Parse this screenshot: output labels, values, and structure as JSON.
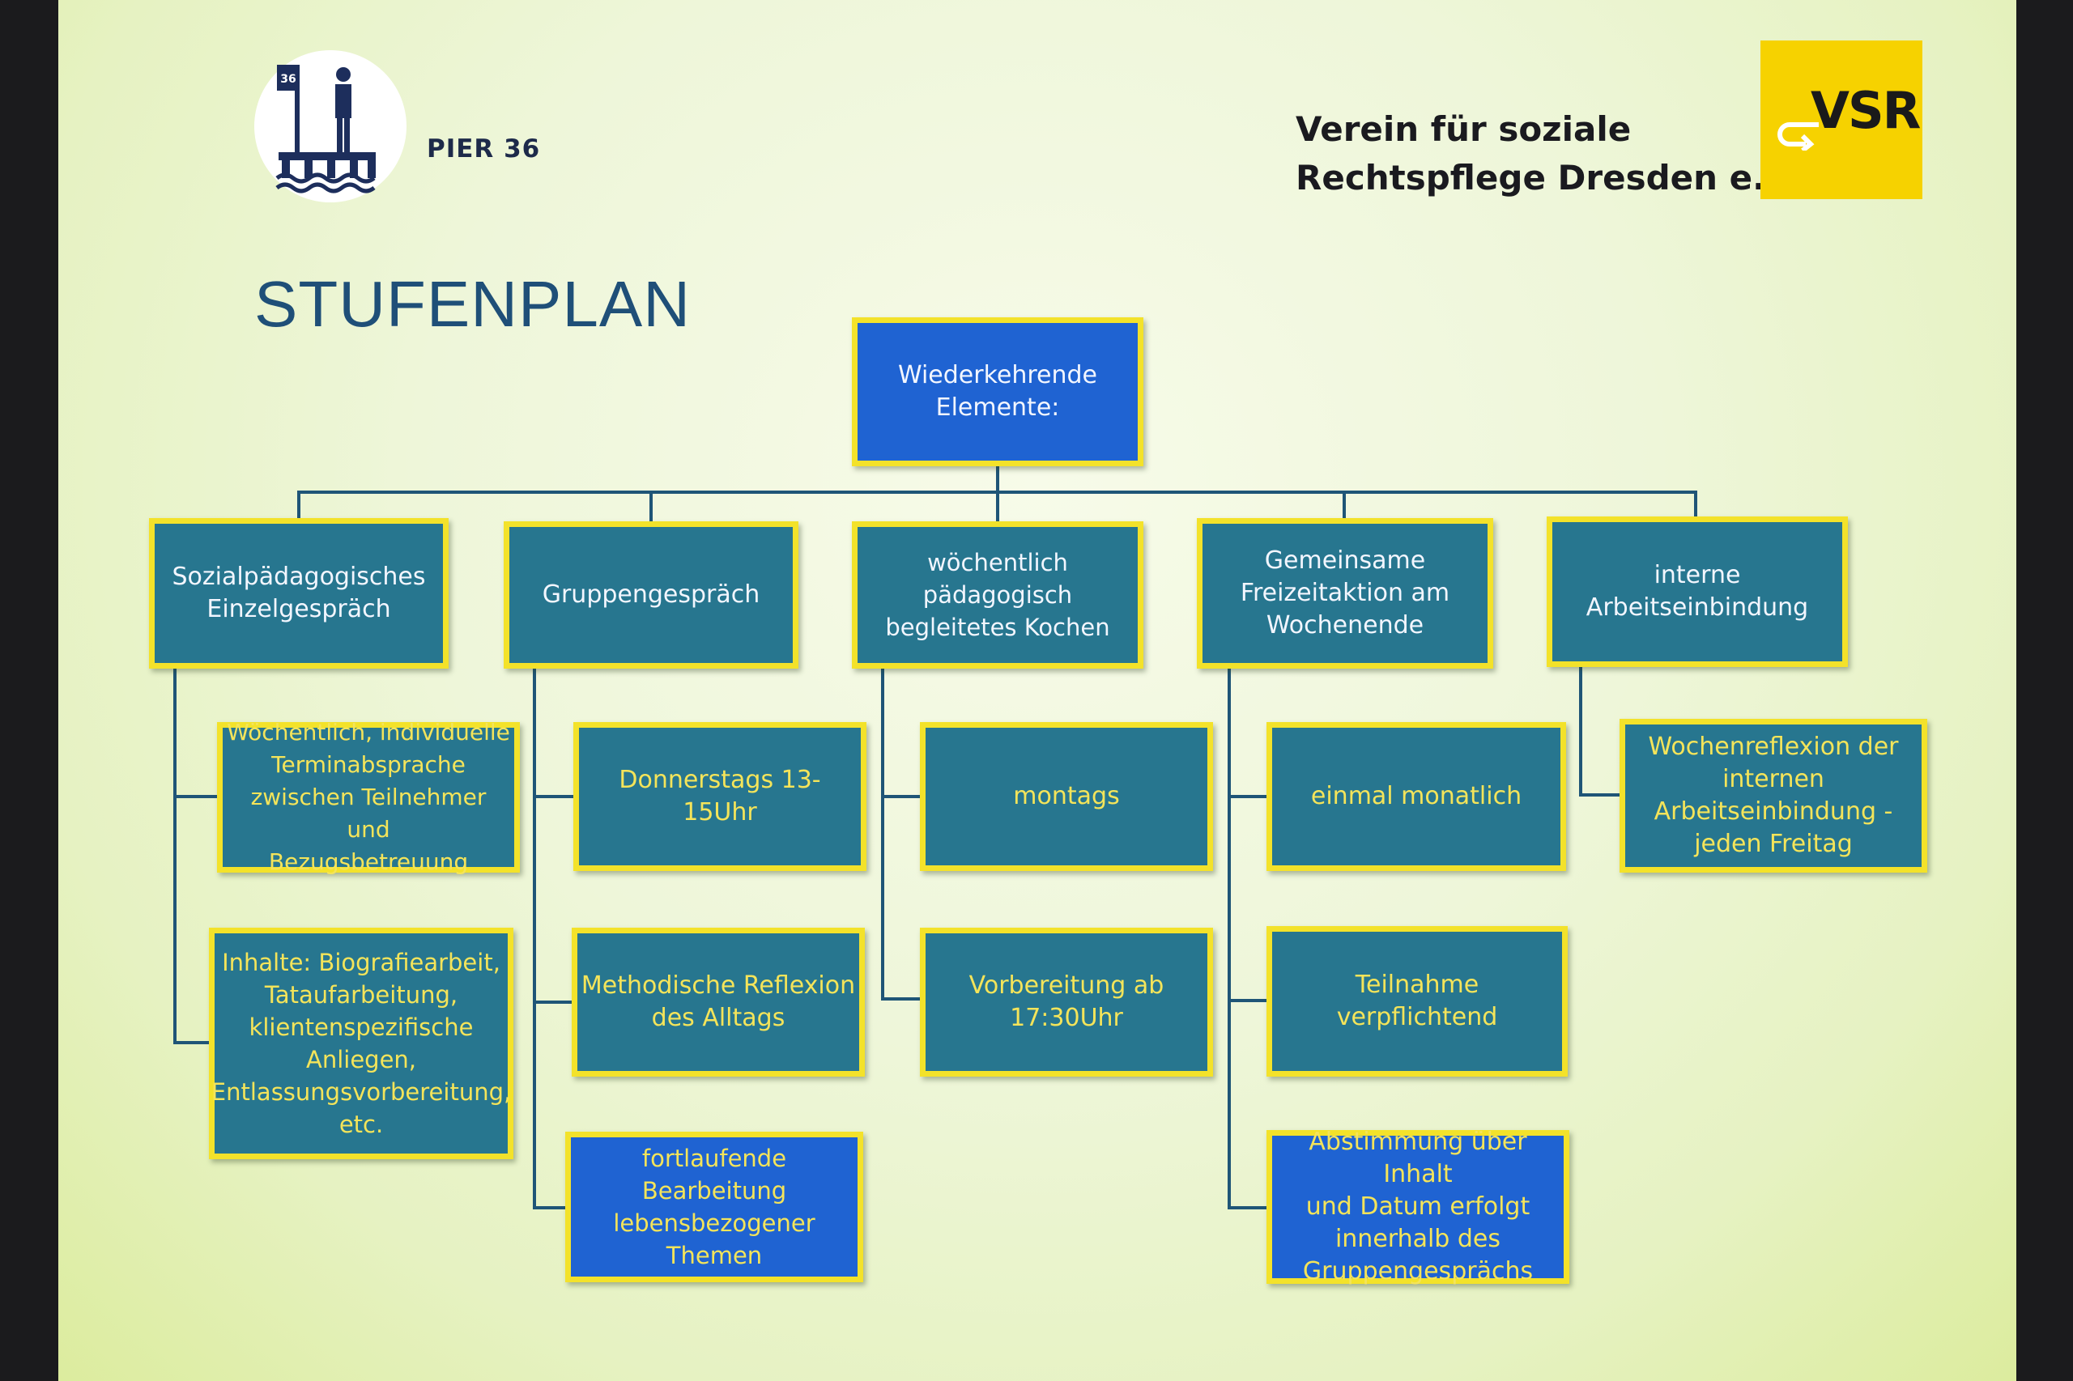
{
  "header": {
    "pier_logo": "pier-36-logo",
    "pier_label": "PIER 36",
    "org_name_line1": "Verein für soziale",
    "org_name_line2": "Rechtspflege Dresden e.V.",
    "vsr_logo_text": "VSR"
  },
  "title": "STUFENPLAN",
  "colors": {
    "box_border": "#f3e22a",
    "box_fill_teal": "#27768f",
    "box_fill_blue": "#1f63d2",
    "box_text_yellow": "#f4e45a",
    "connector": "#1f5577",
    "title": "#1f4f78",
    "vsr_yellow": "#f6d200"
  },
  "diagram": {
    "root": "Wiederkehrende\nElemente:",
    "columns": [
      {
        "category": "Sozialpädagogisches\nEinzelgespräch",
        "items": [
          "Wöchentlich, individuelle\nTerminabsprache\nzwischen Teilnehmer und\nBezugsbetreuung",
          "Inhalte: Biografiearbeit,\nTataufarbeitung,\nklientenspezifische\nAnliegen,\nEntlassungsvorbereitung,\netc."
        ]
      },
      {
        "category": "Gruppengespräch",
        "items": [
          "Donnerstags 13-15Uhr",
          "Methodische Reflexion\ndes Alltags",
          "fortlaufende Bearbeitung\nlebensbezogener Themen"
        ]
      },
      {
        "category": "wöchentlich pädagogisch\nbegleitetes Kochen",
        "items": [
          "montags",
          "Vorbereitung ab\n17:30Uhr"
        ]
      },
      {
        "category": "Gemeinsame\nFreizeitaktion am\nWochenende",
        "items": [
          "einmal monatlich",
          "Teilnahme verpflichtend",
          "Abstimmung über Inhalt\nund Datum erfolgt\ninnerhalb des\nGruppengesprächs"
        ]
      },
      {
        "category": "interne\nArbeitseinbindung",
        "items": [
          "Wochenreflexion der\ninternen\nArbeitseinbindung -\njeden Freitag"
        ]
      }
    ]
  }
}
